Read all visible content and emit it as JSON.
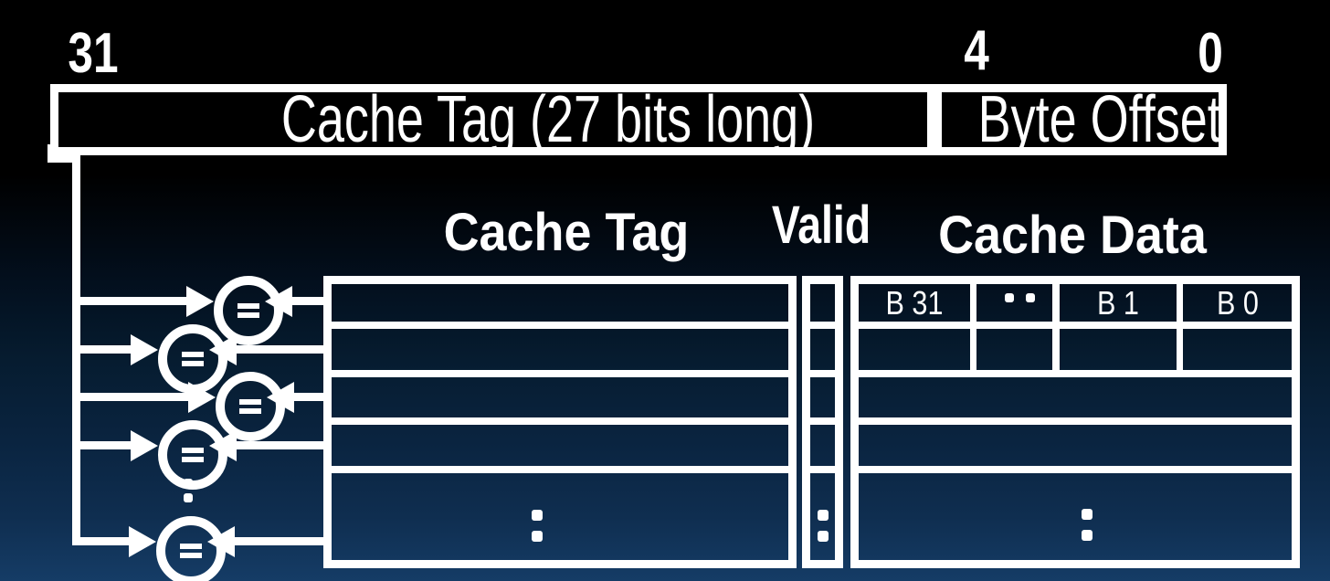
{
  "address_box": {
    "tag_field_label": "Cache Tag (27 bits long)",
    "offset_field_label": "Byte Offset",
    "bit_labels": {
      "high": "31",
      "offset_high": "4",
      "low": "0"
    }
  },
  "column_headers": {
    "cache_tag": "Cache Tag",
    "valid": "Valid",
    "cache_data": "Cache Data"
  },
  "cache_data_row": {
    "byte_labels": [
      "B 31",
      "B 1",
      "B 0"
    ]
  },
  "symbols": {
    "comparator_equals": "=",
    "vertical_ellipsis": ":",
    "horizontal_ellipsis": "· ·"
  },
  "colors": {
    "background_top": "#000000",
    "background_bottom": "#153c66",
    "foreground": "#ffffff"
  }
}
